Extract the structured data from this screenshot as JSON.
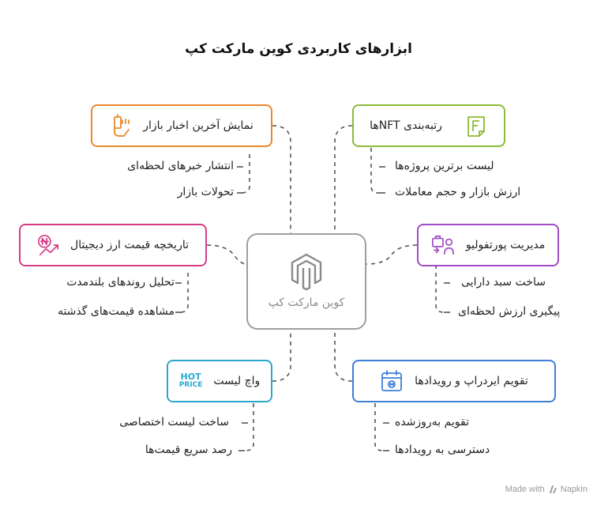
{
  "title": "ابزارهای کاربردی کوین مارکت کپ",
  "center": {
    "label": "کوین مارکت کپ",
    "icon": "magento-hexagon-icon"
  },
  "branches": [
    {
      "id": "news",
      "label": "نمایش آخرین اخبار بازار",
      "color": "#e8892f",
      "icon": "hand-ticket-icon",
      "items": [
        "انتشار خبرهای لحظه‌ای",
        "تحولات بازار"
      ]
    },
    {
      "id": "history",
      "label": "تاریخچه قیمت ارز دیجیتال",
      "color": "#d63c86",
      "icon": "coin-chart-icon",
      "items": [
        "تحلیل روندهای بلندمدت",
        "مشاهده قیمت‌های گذشته"
      ]
    },
    {
      "id": "watchlist",
      "label": "واچ لیست",
      "color": "#2aa7cf",
      "icon": "hot-price-icon",
      "icon_text_1": "HOT",
      "icon_text_2": "PRICE",
      "items": [
        "ساخت لیست اختصاصی",
        "رصد سریع قیمت‌ها"
      ]
    },
    {
      "id": "nft",
      "label": "رتبه‌بندی NFTها",
      "color": "#8cbc3a",
      "icon": "nft-card-icon",
      "items": [
        "لیست برترین پروژه‌ها",
        "ارزش بازار و حجم معاملات"
      ]
    },
    {
      "id": "portfolio",
      "label": "مدیریت پورتفولیو",
      "color": "#a04cc8",
      "icon": "portfolio-briefcase-icon",
      "items": [
        "ساخت سبد دارایی",
        "پیگیری ارزش لحظه‌ای"
      ]
    },
    {
      "id": "calendar",
      "label": "تقویم ایردراپ و رویدادها",
      "color": "#3f7fd6",
      "icon": "calendar-icon",
      "items": [
        "تقویم به‌روزشده",
        "دسترسی به رویدادها"
      ]
    }
  ],
  "watermark": {
    "made_with": "Made with",
    "brand": "Napkin"
  }
}
